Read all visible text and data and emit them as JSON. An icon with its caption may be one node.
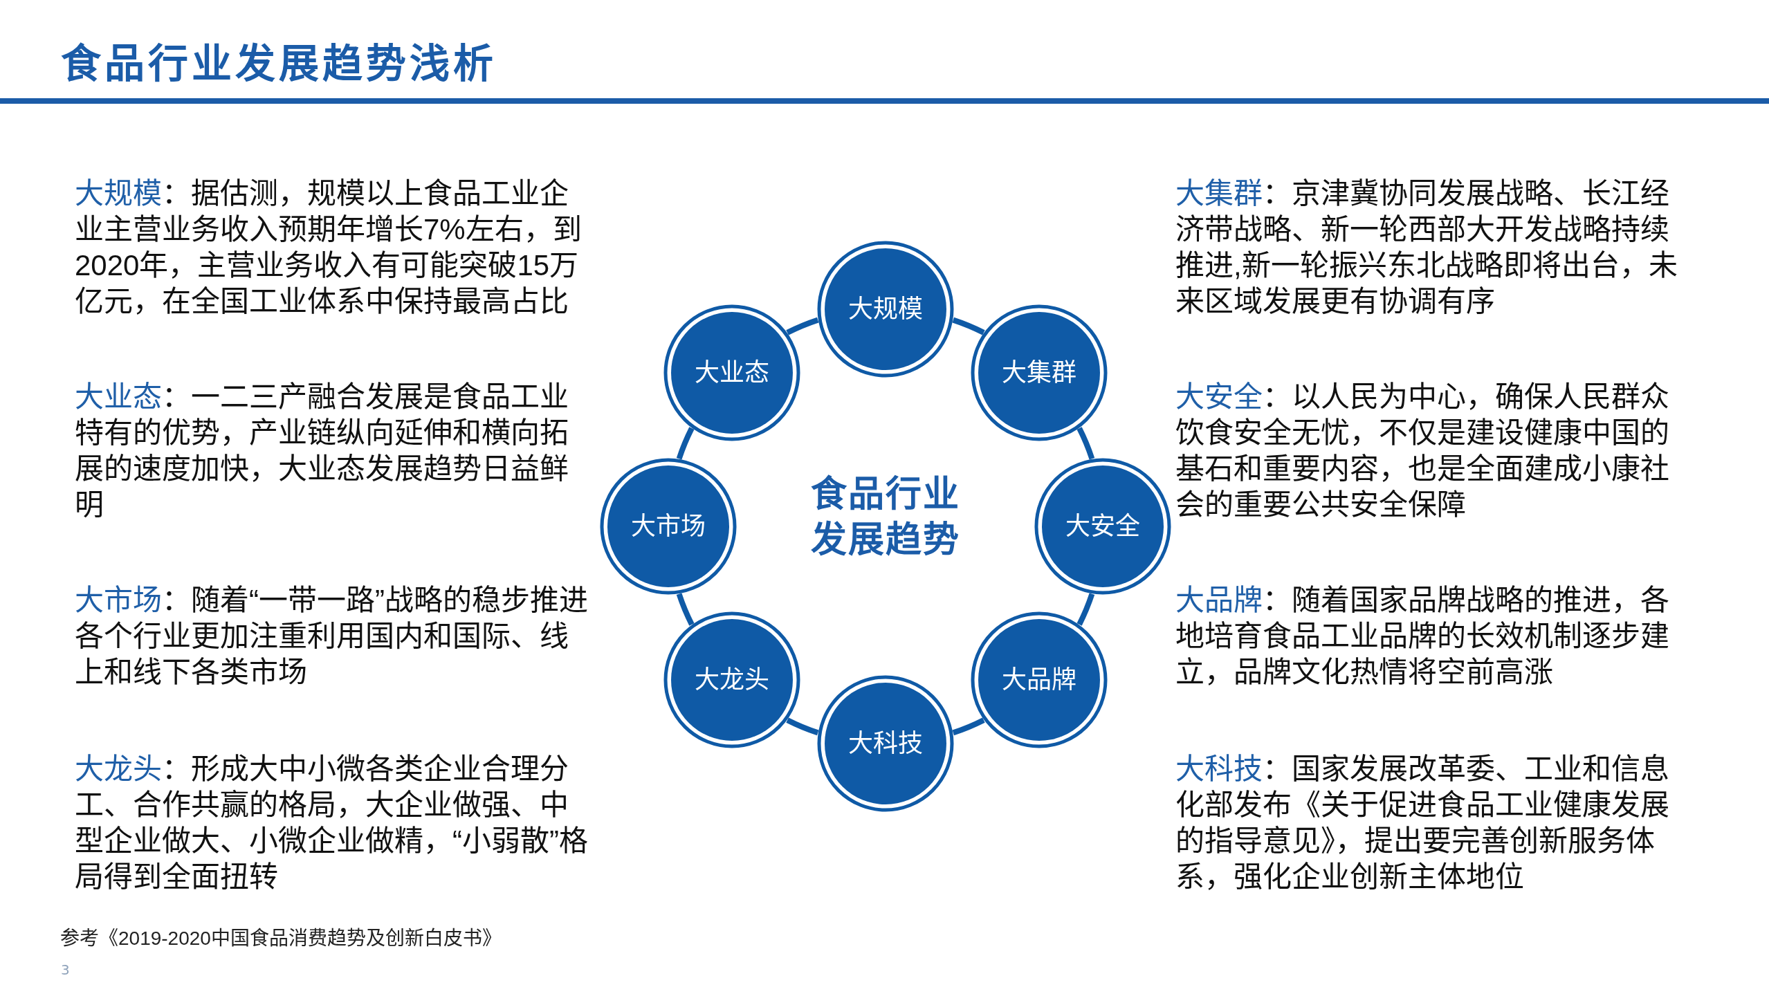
{
  "diagram": {
    "title": "食品行业发展趋势浅析",
    "nodes": [
      {
        "text": [
          "大规模"
        ]
      },
      {
        "text": [
          "大集群"
        ]
      },
      {
        "text": [
          "大安全"
        ]
      },
      {
        "text": [
          "大品牌"
        ]
      },
      {
        "text": [
          "大科技"
        ]
      },
      {
        "text": [
          "大龙头"
        ]
      },
      {
        "text": [
          "大市场"
        ]
      },
      {
        "text": [
          "大业态"
        ]
      }
    ],
    "edges": [
      {
        "from": 0,
        "to": 1,
        "arrow": "none"
      },
      {
        "from": 1,
        "to": 2,
        "arrow": "none"
      },
      {
        "from": 2,
        "to": 3,
        "arrow": "none"
      },
      {
        "from": 3,
        "to": 4,
        "arrow": "none"
      },
      {
        "from": 4,
        "to": 5,
        "arrow": "none"
      },
      {
        "from": 5,
        "to": 6,
        "arrow": "none"
      },
      {
        "from": 6,
        "to": 7,
        "arrow": "none"
      },
      {
        "from": 7,
        "to": 0,
        "arrow": "none"
      }
    ],
    "labels": [
      "**大规模**：据估测，规模以上食品工业企业主营业务收入预期年增长7%左右，到2020年，主营业务收入有可能突破15万亿元，在全国工业体系中保持最高占比",
      "**大业态**：一二三产融合发展是食品工业特有的优势，产业链纵向延伸和横向拓展的速度加快，大业态发展趋势日益鲜明",
      "**大市场**：随着“一带一路”战略的稳步推进各个行业更加注重利用国内和国际、线上和线下各类市场",
      "**大龙头**：形成大中小微各类企业合理分工、合作共赢的格局，大企业做强、中型企业做大、小微企业做精，“小弱散”格局得到全面扭转",
      "食品行业发展趋势",
      "**大集群**：京津冀协同发展战略、长江经济带战略、新一轮西部大开发战略持续推进,新一轮振兴东北战略即将出台，未来区域发展更有协调有序",
      "**大安全**：以人民为中心，确保人民群众饮食安全无忧，不仅是建设健康中国的基石和重要内容，也是全面建成小康社会的重要公共安全保障",
      "**大品牌**：随着国家品牌战略的推进，各地培育食品工业品牌的长效机制逐步建立，品牌文化热情将空前高涨",
      "**大科技**：国家发展改革委、工业和信息化部发布《关于促进食品工业健康发展的指导意见》，提出要完善创新服务体系，强化企业创新主体地位",
      "参考《2019-2020中国食品消费趋势及创新白皮书》",
      "3"
    ]
  }
}
